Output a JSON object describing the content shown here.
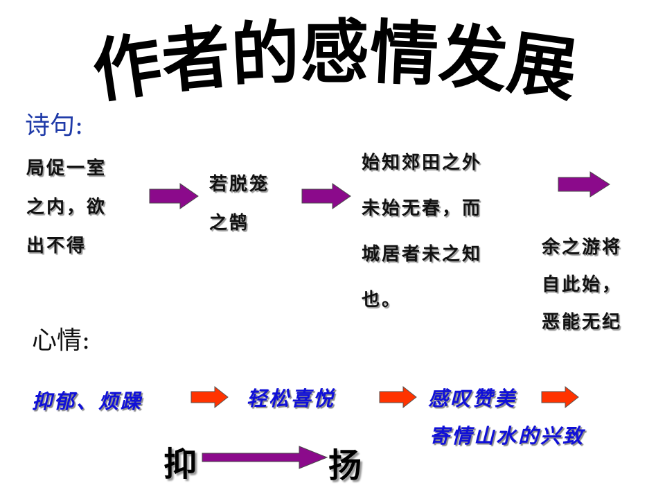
{
  "title": "作者的感情发展",
  "labels": {
    "poem": "诗句:",
    "mood": "心情:"
  },
  "poem_lines": {
    "p1": [
      "局促一室",
      "之内，欲",
      "出不得"
    ],
    "p2": [
      "若脱笼",
      "之鹄"
    ],
    "p3": [
      "始知郊田之外",
      "未始无春，而",
      "城居者未之知",
      "也。"
    ],
    "p4": [
      "余之游将",
      "自此始，",
      "恶能无纪"
    ]
  },
  "moods": {
    "m1": "抑郁、烦躁",
    "m2": "轻松喜悦",
    "m3": "感叹赞美",
    "m4": "寄情山水的兴致"
  },
  "big": {
    "left": "抑",
    "right": "扬"
  },
  "colors": {
    "poem_arrow": "#8b0a8b",
    "mood_arrow": "#ff3300",
    "big_arrow": "#8b0a8b",
    "mood_text": "#1010d8",
    "label_blue": "#1f3aa8"
  }
}
